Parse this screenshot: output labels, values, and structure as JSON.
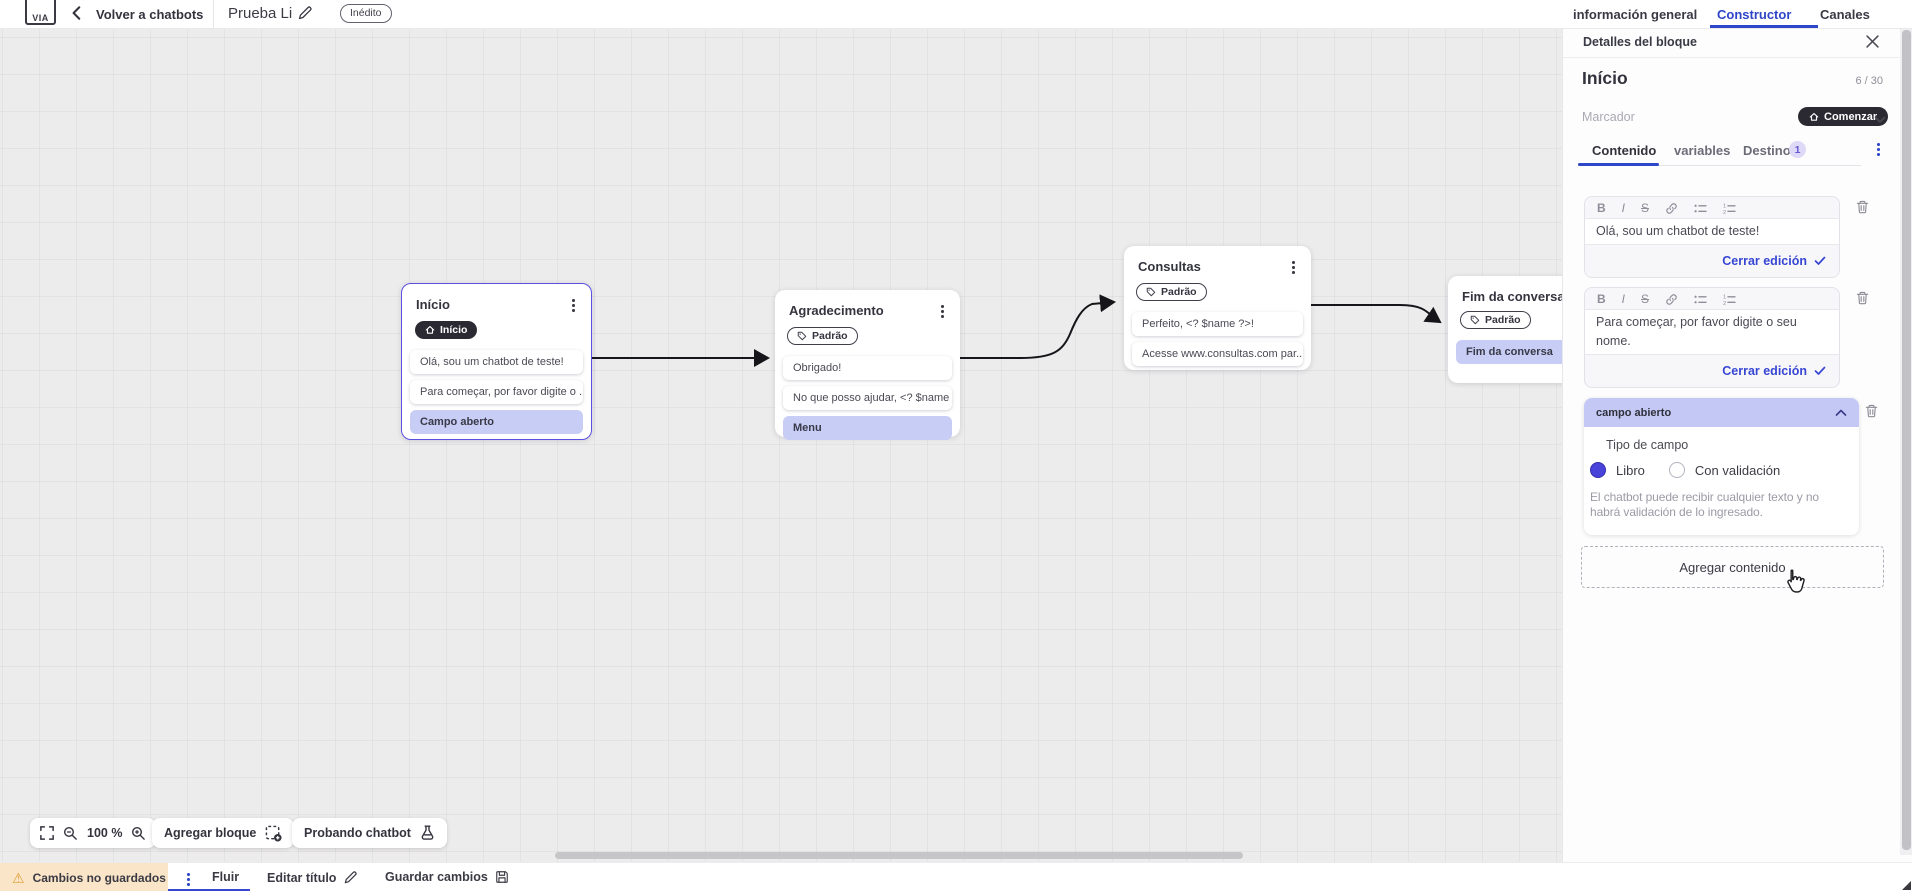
{
  "header": {
    "logo_text": "VIA",
    "back_label": "Volver a chatbots",
    "chatbot_title": "Prueba Li",
    "status_badge": "Inédito",
    "tabs": [
      {
        "label": "información general",
        "active": false
      },
      {
        "label": "Constructor",
        "active": true
      },
      {
        "label": "Canales",
        "active": false
      }
    ]
  },
  "panel": {
    "title": "Detalles del bloque",
    "block_name": "Início",
    "char_counter": "6 / 30",
    "marker_label": "Marcador",
    "marker_value": "Comenzar",
    "tabs": [
      {
        "label": "Contenido",
        "active": true
      },
      {
        "label": "variables",
        "active": false
      },
      {
        "label": "Destino",
        "badge": "1",
        "active": false
      }
    ],
    "toolbar": {
      "bold": "B",
      "italic": "I",
      "strike": "S"
    },
    "editors": [
      {
        "text": "Olá, sou um chatbot de teste!",
        "close_label": "Cerrar edición"
      },
      {
        "text": "Para começar, por favor digite o seu nome.",
        "close_label": "Cerrar edición"
      }
    ],
    "open_field": {
      "header": "campo abierto",
      "type_label": "Tipo de campo",
      "options": [
        {
          "label": "Libro",
          "selected": true
        },
        {
          "label": "Con validación",
          "selected": false
        }
      ],
      "helper": "El chatbot puede recibir cualquier texto y no habrá validación de lo ingresado."
    },
    "add_content_label": "Agregar contenido"
  },
  "canvas": {
    "blocks": [
      {
        "title": "Início",
        "badge": "Início",
        "items": [
          {
            "text": "Olá, sou um chatbot de teste!",
            "highlight": false
          },
          {
            "text": "Para começar, por favor digite o ...",
            "highlight": false
          },
          {
            "text": "Campo aberto",
            "highlight": true
          }
        ]
      },
      {
        "title": "Agradecimento",
        "badge": "Padrão",
        "items": [
          {
            "text": "Obrigado!",
            "highlight": false
          },
          {
            "text": "No que posso ajudar, <? $name ...",
            "highlight": false
          },
          {
            "text": "Menu",
            "highlight": true
          }
        ]
      },
      {
        "title": "Consultas",
        "badge": "Padrão",
        "items": [
          {
            "text": "Perfeito, <? $name ?>!",
            "highlight": false
          },
          {
            "text": "Acesse www.consultas.com par...",
            "highlight": false
          }
        ]
      },
      {
        "title": "Fim da conversa",
        "badge": "Padrão",
        "items": [
          {
            "text": "Fim da conversa",
            "highlight": true
          }
        ]
      }
    ],
    "zoom_level": "100 %",
    "add_block_label": "Agregar bloque",
    "test_label": "Probando chatbot"
  },
  "footer": {
    "unsaved_label": "Cambios no guardados",
    "flow_tab_label": "Fluir",
    "edit_title_label": "Editar título",
    "save_label": "Guardar cambios"
  },
  "colors": {
    "accent_blue": "#2e46c8",
    "link_blue": "#3746d2",
    "selected_border": "#5b51e1",
    "highlight_lavender": "#c7cdf5",
    "dark_pill": "#2b2a33",
    "warning_bg": "#fbe5c8",
    "warning_icon": "#dd9f33"
  }
}
